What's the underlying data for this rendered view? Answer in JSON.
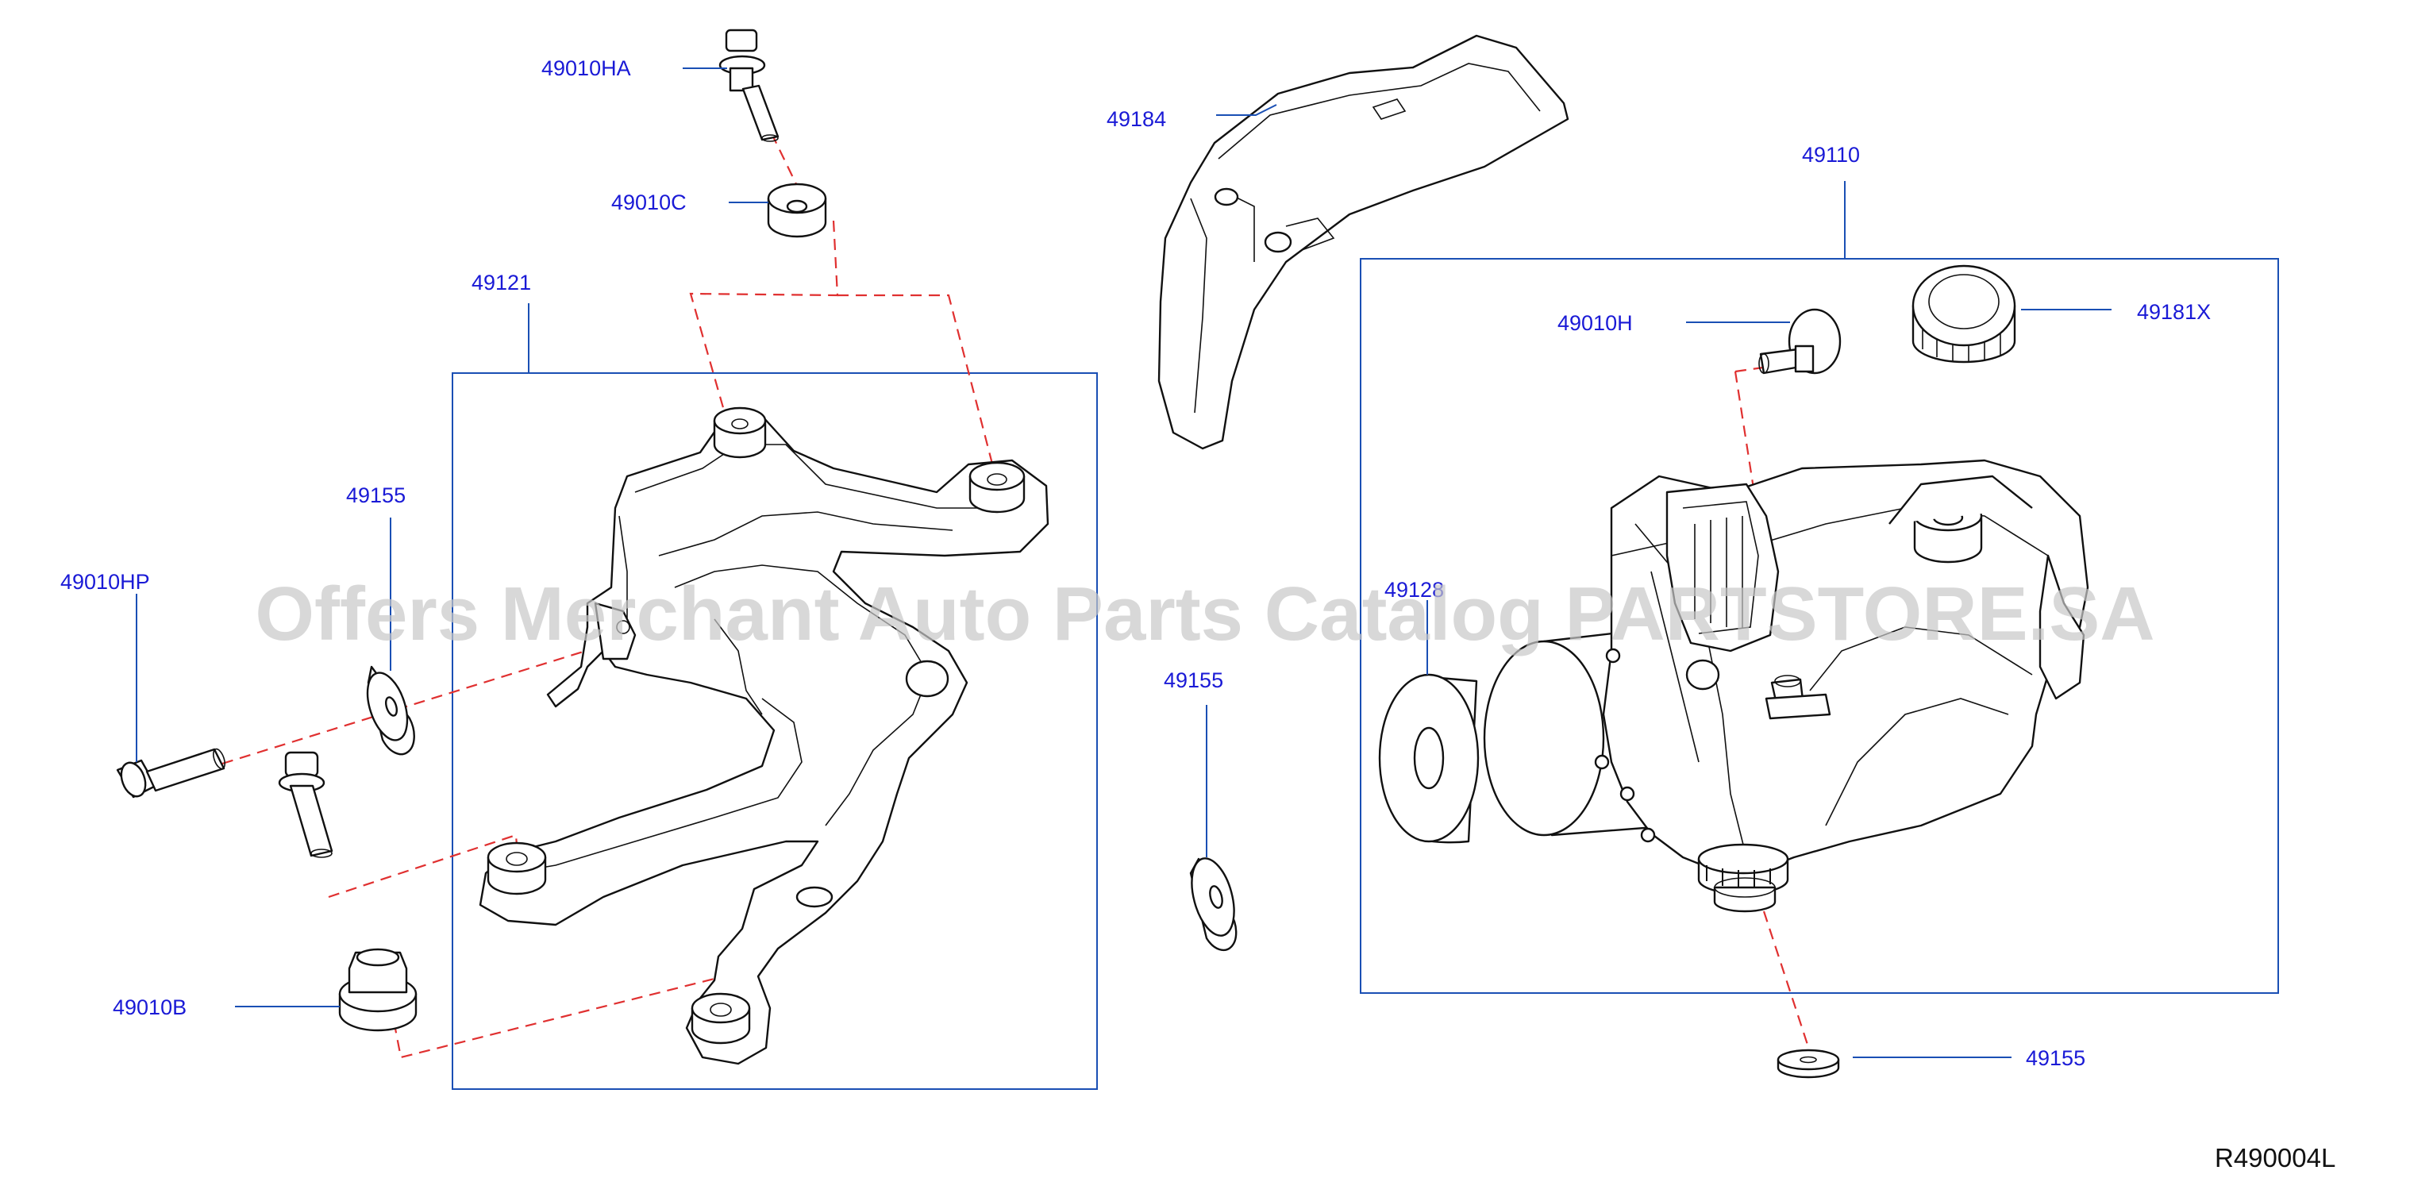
{
  "diagram": {
    "reference_code": "R490004L",
    "watermark": "Offers Merchant Auto Parts Catalog PARTSTORE.SA",
    "labels": {
      "bolt_top": "49010HA",
      "insulator_top": "49010C",
      "bracket_group": "49121",
      "washer_left": "49155",
      "bolt_left": "49010HP",
      "nut_bottom_left": "49010B",
      "cover": "49184",
      "washer_middle": "49155",
      "actuator_group": "49110",
      "bolt_actuator": "49010H",
      "cap": "49181X",
      "insulator_side": "49128",
      "washer_bottom_right": "49155"
    }
  }
}
